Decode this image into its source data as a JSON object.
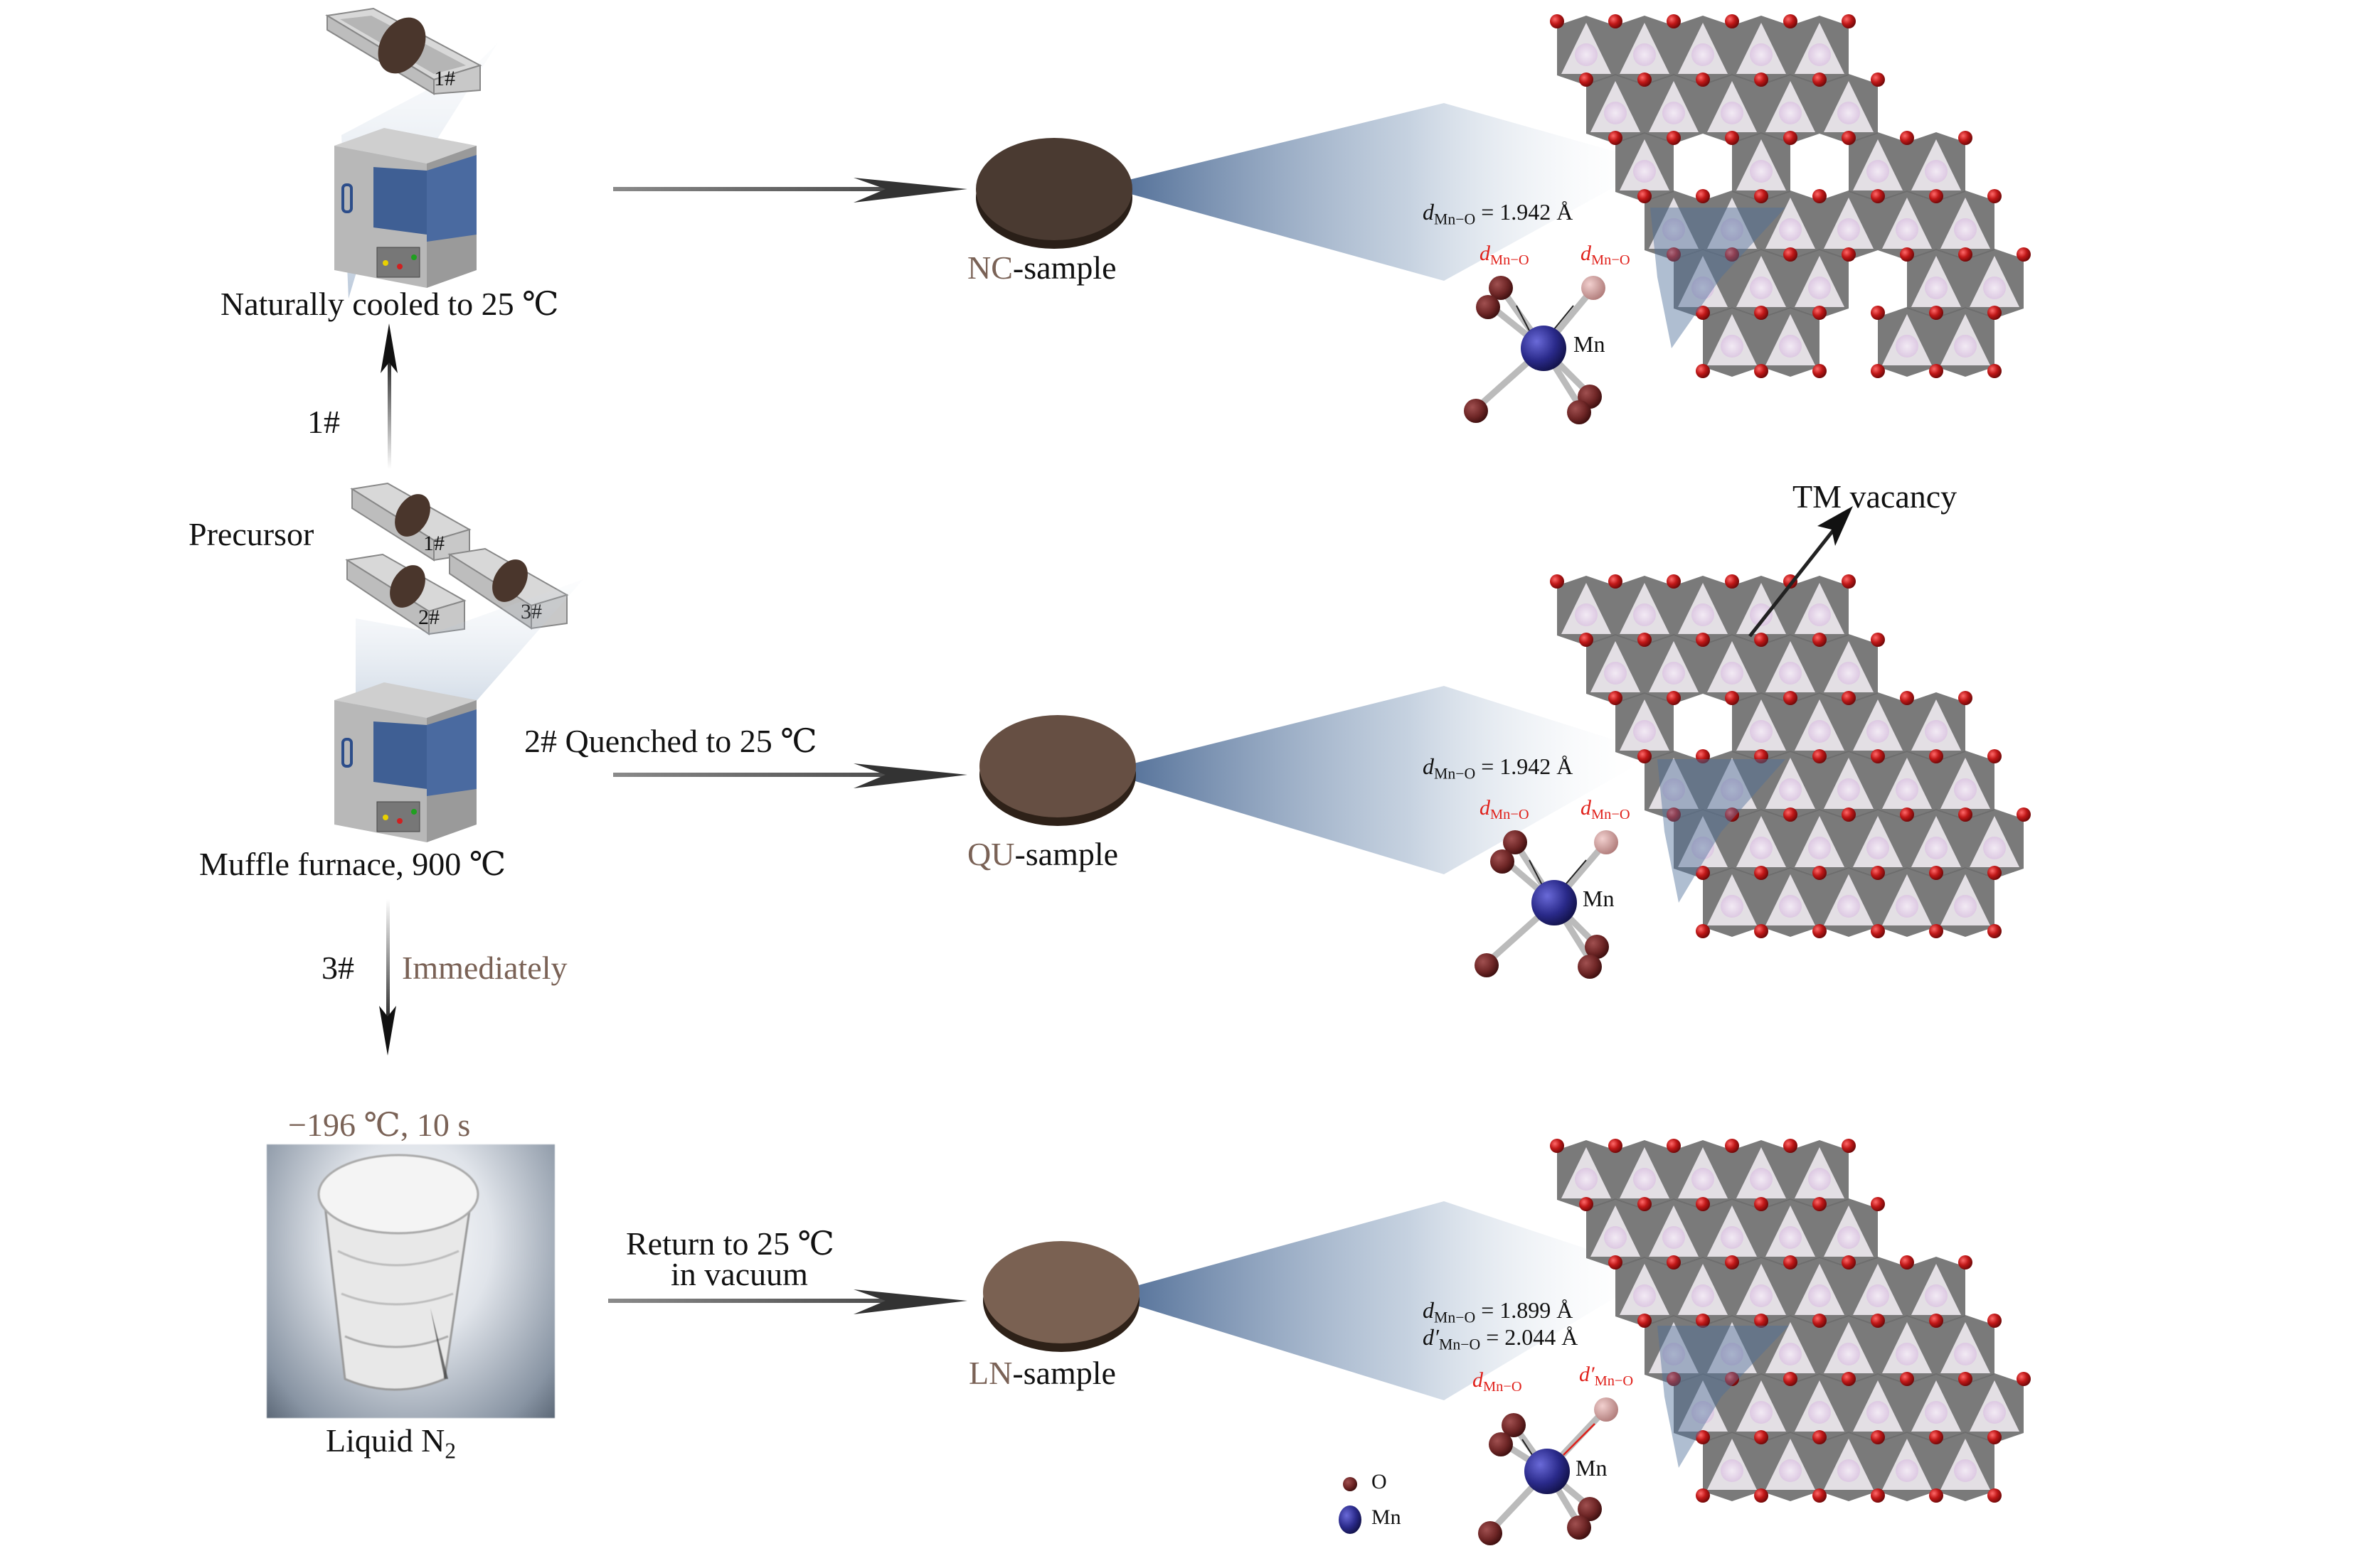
{
  "figure": {
    "colors": {
      "accent_brown": "#7a6256",
      "red_label": "#e0201a",
      "furnace_blue": "#3f5f94",
      "oxygen": "#b01818",
      "manganese": "#2a2a7a",
      "lattice_gray": "#6b6b6b",
      "lattice_pink": "#e6d6ec",
      "beam_blue": "#5d7fa8",
      "nc_disk": "#4a3a31",
      "qu_disk": "#664f43",
      "ln_disk": "#7a6152"
    },
    "left_flow": {
      "top_boat_label": "1#",
      "natural_cool_label": "Naturally cooled to 25 ℃",
      "arrow_1_label": "1#",
      "precursor_label": "Precursor",
      "boats": [
        "1#",
        "2#",
        "3#"
      ],
      "furnace_label": "Muffle furnace, 900 ℃",
      "arrow_3_label": "3#",
      "immediately_label": "Immediately",
      "ln2_condition": "−196 ℃, 10 s",
      "ln2_label_main": "Liquid N",
      "ln2_label_sub": "2"
    },
    "process_arrows": {
      "quench_label": "2# Quenched to 25 ℃",
      "return_label_line1": "Return to 25 ℃",
      "return_label_line2": "in vacuum"
    },
    "samples": [
      {
        "prefix": "NC",
        "suffix": "-sample"
      },
      {
        "prefix": "QU",
        "suffix": "-sample"
      },
      {
        "prefix": "LN",
        "suffix": "-sample"
      }
    ],
    "structures": [
      {
        "bond_eq_1": {
          "d": "d",
          "sub": "Mn−O",
          "rest": "= 1.942 Å"
        },
        "left_red": {
          "d": "d",
          "sub": "Mn−O"
        },
        "right_red": {
          "d": "d",
          "sub": "Mn−O"
        },
        "mn_label": "Mn",
        "vacancy_pattern": "ordered"
      },
      {
        "bond_eq_1": {
          "d": "d",
          "sub": "Mn−O",
          "rest": "= 1.942 Å"
        },
        "left_red": {
          "d": "d",
          "sub": "Mn−O"
        },
        "right_red": {
          "d": "d",
          "sub": "Mn−O"
        },
        "mn_label": "Mn",
        "vacancy_pattern": "single"
      },
      {
        "bond_eq_1": {
          "d": "d",
          "sub": "Mn−O",
          "rest": "= 1.899 Å"
        },
        "bond_eq_2": {
          "d": "d′",
          "sub": "Mn−O",
          "rest": "= 2.044 Å"
        },
        "left_red": {
          "d": "d",
          "sub": "Mn−O"
        },
        "right_red": {
          "d": "d′",
          "sub": "Mn−O"
        },
        "mn_label": "Mn",
        "vacancy_pattern": "none"
      }
    ],
    "tm_vacancy_label": "TM vacancy",
    "legend": [
      {
        "symbol": "O",
        "label": "O"
      },
      {
        "symbol": "Mn",
        "label": "Mn"
      }
    ]
  }
}
